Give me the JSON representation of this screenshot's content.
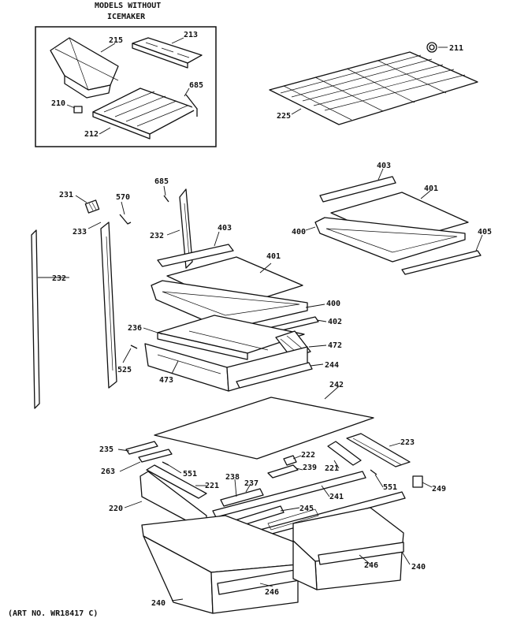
{
  "header": {
    "line1": "MODELS WITHOUT",
    "line2": "ICEMAKER"
  },
  "footer": {
    "art_number": "(ART NO. WR18417 C)"
  },
  "callouts": {
    "c215": "215",
    "c213": "213",
    "c685a": "685",
    "c210": "210",
    "c212": "212",
    "c211": "211",
    "c225": "225",
    "c231": "231",
    "c570": "570",
    "c685b": "685",
    "c233": "233",
    "c232a": "232",
    "c232b": "232",
    "c403a": "403",
    "c401a": "401",
    "c400a": "400",
    "c402": "402",
    "c236": "236",
    "c472": "472",
    "c525": "525",
    "c473": "473",
    "c244": "244",
    "c403b": "403",
    "c401b": "401",
    "c400b": "400",
    "c405": "405",
    "c242": "242",
    "c235": "235",
    "c223": "223",
    "c222": "222",
    "c263": "263",
    "c239": "239",
    "c551a": "551",
    "c221a": "221",
    "c221b": "221",
    "c238": "238",
    "c237": "237",
    "c551b": "551",
    "c249": "249",
    "c220": "220",
    "c241": "241",
    "c245": "245",
    "c240a": "240",
    "c240b": "240",
    "c246a": "246",
    "c246b": "246"
  }
}
